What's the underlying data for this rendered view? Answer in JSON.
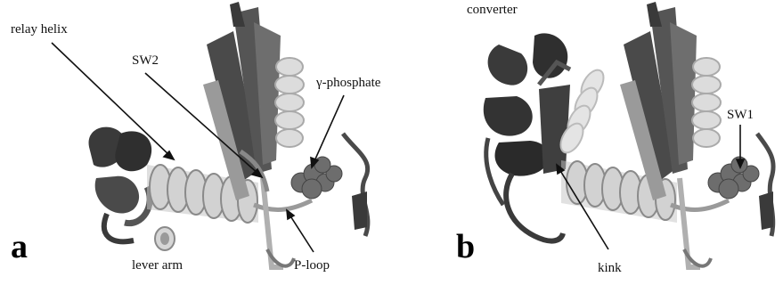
{
  "panels": [
    {
      "letter": "a",
      "labels": {
        "relay_helix": "relay helix",
        "sw2": "SW2",
        "gamma_phosphate": "γ-phosphate",
        "lever_arm": "lever arm",
        "p_loop": "P-loop"
      }
    },
    {
      "letter": "b",
      "labels": {
        "converter": "converter",
        "sw1": "SW1",
        "kink": "kink"
      }
    }
  ],
  "colors": {
    "dark_gray": "#3a3a3a",
    "mid_gray": "#7a7a7a",
    "light_gray": "#c4c4c4",
    "lighter_gray": "#dedede",
    "sphere": "#6d6d6d"
  }
}
